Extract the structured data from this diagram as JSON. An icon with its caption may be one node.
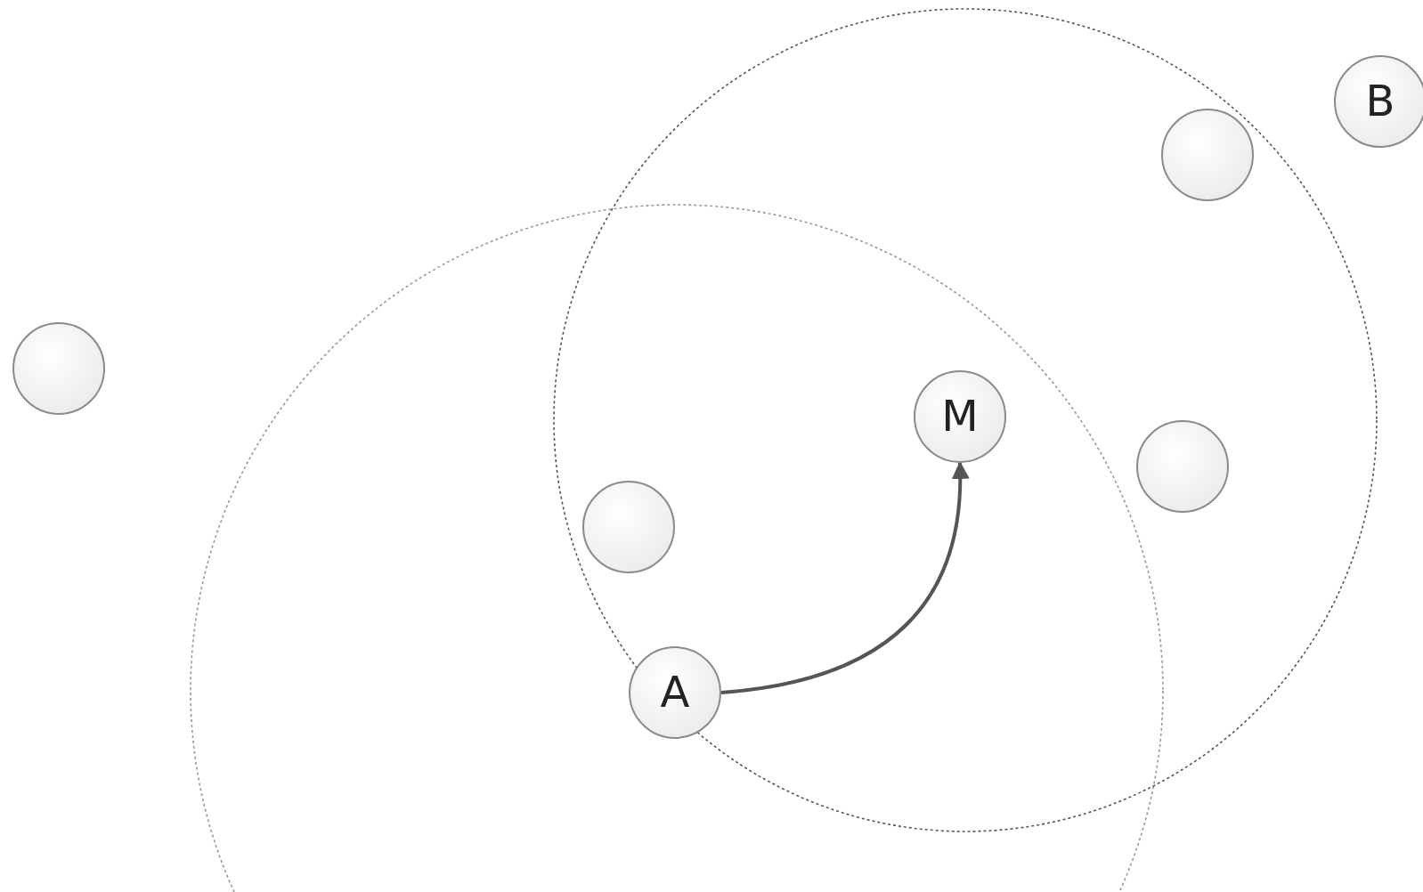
{
  "diagram": {
    "nodes": [
      {
        "text": [
          "B"
        ]
      },
      {
        "text": [],
        "shape": "circle"
      },
      {
        "text": [],
        "shape": "circle"
      },
      {
        "text": [
          "M"
        ]
      },
      {
        "text": [],
        "shape": "circle"
      },
      {
        "text": [],
        "shape": "circle"
      },
      {
        "text": [
          "A"
        ]
      }
    ],
    "edges": [
      {
        "from": 6,
        "to": 3,
        "arrow": "to"
      }
    ]
  }
}
